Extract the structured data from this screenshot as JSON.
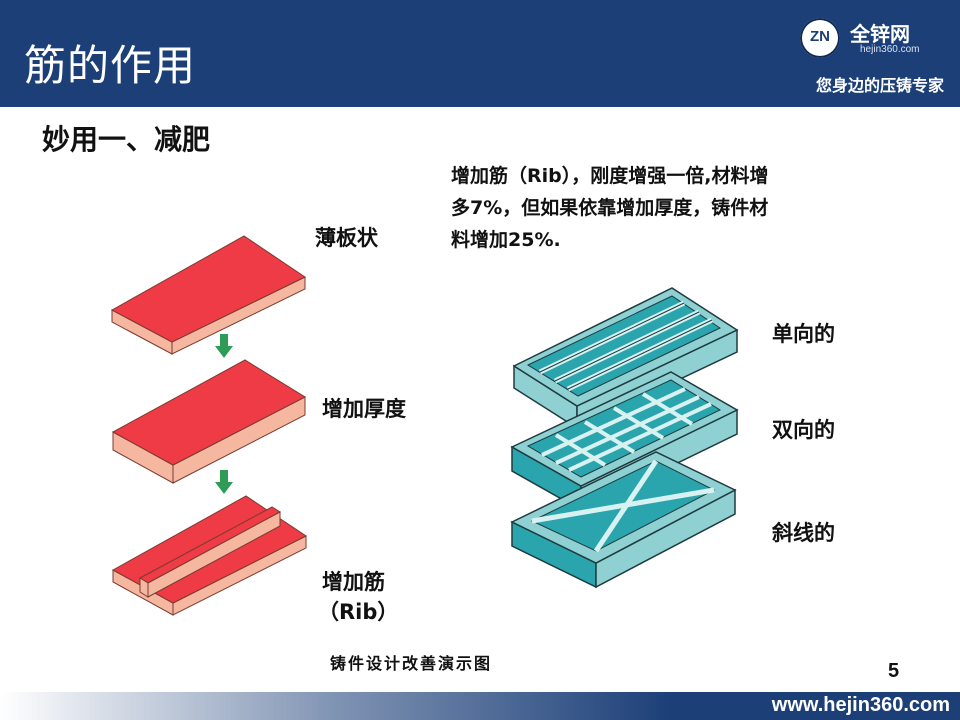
{
  "header": {
    "title": "筋的作用",
    "logo_mark": "ZN",
    "logo_name": "全锌网",
    "logo_url": "hejin360.com",
    "slogan": "您身边的压铸专家"
  },
  "subtitle": "妙用一、减肥",
  "description": "增加筋（Rib），刚度增强一倍,材料增多7%，但如果依靠增加厚度，铸件材料增加25%.",
  "left_labels": {
    "thin_plate": "薄板状",
    "add_thickness": "增加厚度",
    "add_rib_line1": "增加筋",
    "add_rib_line2": "（Rib）"
  },
  "right_labels": {
    "one_way": "单向的",
    "two_way": "双向的",
    "diagonal": "斜线的"
  },
  "caption": "铸件设计改善演示图",
  "page_number": "5",
  "footer": {
    "url": "www.hejin360.com"
  },
  "colors": {
    "header_bg": "#1c3f78",
    "plate_top": "#ef3b46",
    "plate_side": "#f6b7a0",
    "arrow": "#2e9c57",
    "grid_fill": "#8fd0d2",
    "grid_dark": "#2aa5ad"
  },
  "icons": [
    "down-arrow-icon",
    "logo-circle-icon"
  ]
}
